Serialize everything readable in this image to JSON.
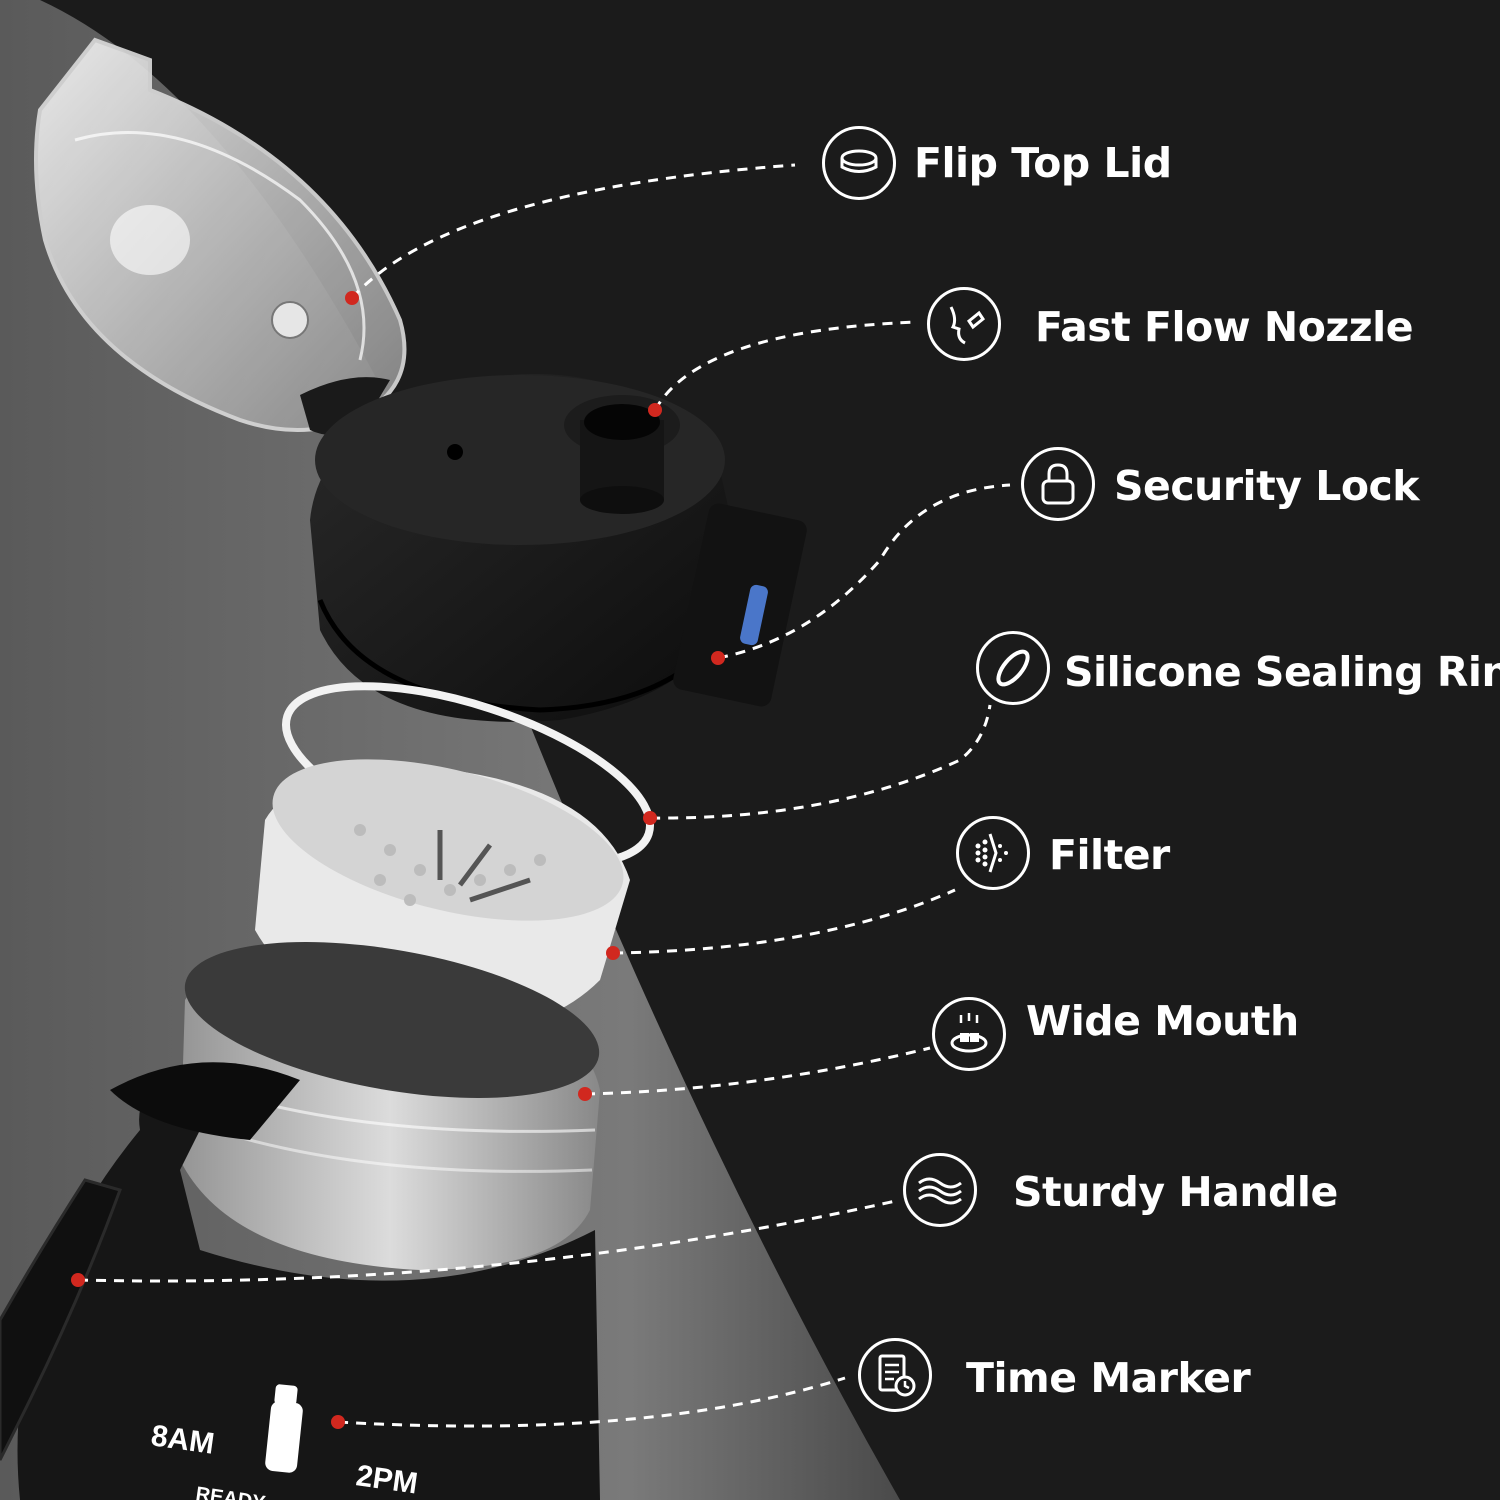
{
  "colors": {
    "background_dark": "#1b1b1b",
    "background_light_band": "#6a6a6a",
    "bottle_black": "#151515",
    "accent_dot": "#d1281f",
    "line_white": "#ffffff",
    "lock_button_blue": "#4a76c9"
  },
  "callouts": [
    {
      "label": "Flip Top Lid",
      "icon": "lid-icon"
    },
    {
      "label": "Fast Flow Nozzle",
      "icon": "drinking-face-icon"
    },
    {
      "label": "Security Lock",
      "icon": "padlock-icon"
    },
    {
      "label": "Silicone Sealing Ring",
      "icon": "ring-icon"
    },
    {
      "label": "Filter",
      "icon": "filter-icon"
    },
    {
      "label": "Wide Mouth",
      "icon": "ice-cubes-icon"
    },
    {
      "label": "Sturdy Handle",
      "icon": "woven-strap-icon"
    },
    {
      "label": "Time Marker",
      "icon": "clock-document-icon"
    }
  ],
  "bottle_markings": {
    "time_1": "8AM",
    "time_2": "2PM",
    "caption": "READY"
  }
}
